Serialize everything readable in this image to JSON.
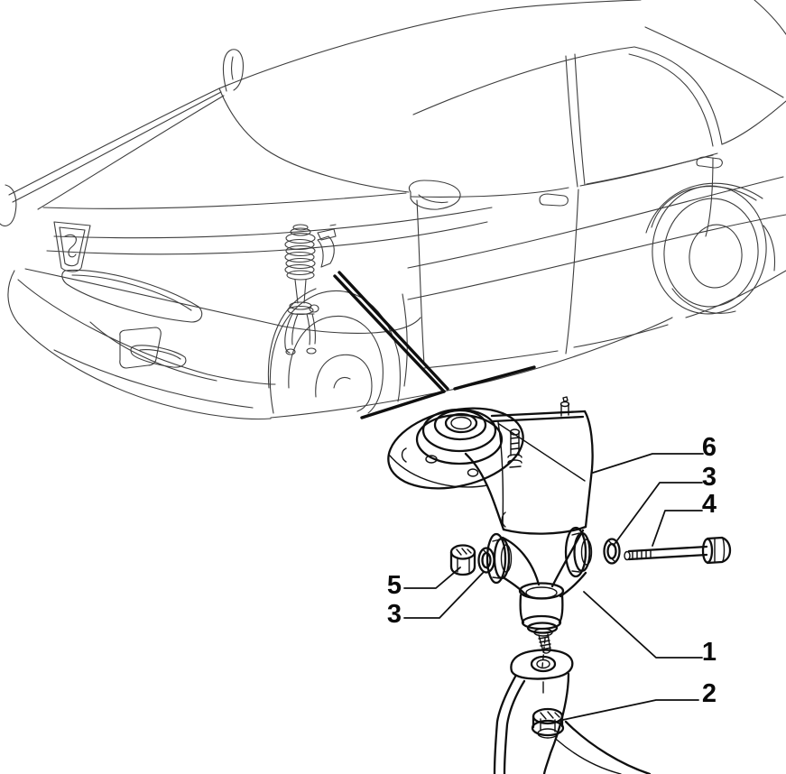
{
  "figure": {
    "type": "exploded-parts-diagram",
    "background_color": "#ffffff",
    "line_color": "#0f0f0f",
    "callouts": [
      {
        "label": "6"
      },
      {
        "label": "3"
      },
      {
        "label": "4"
      },
      {
        "label": "5"
      },
      {
        "label": "3"
      },
      {
        "label": "1"
      },
      {
        "label": "2"
      }
    ]
  }
}
